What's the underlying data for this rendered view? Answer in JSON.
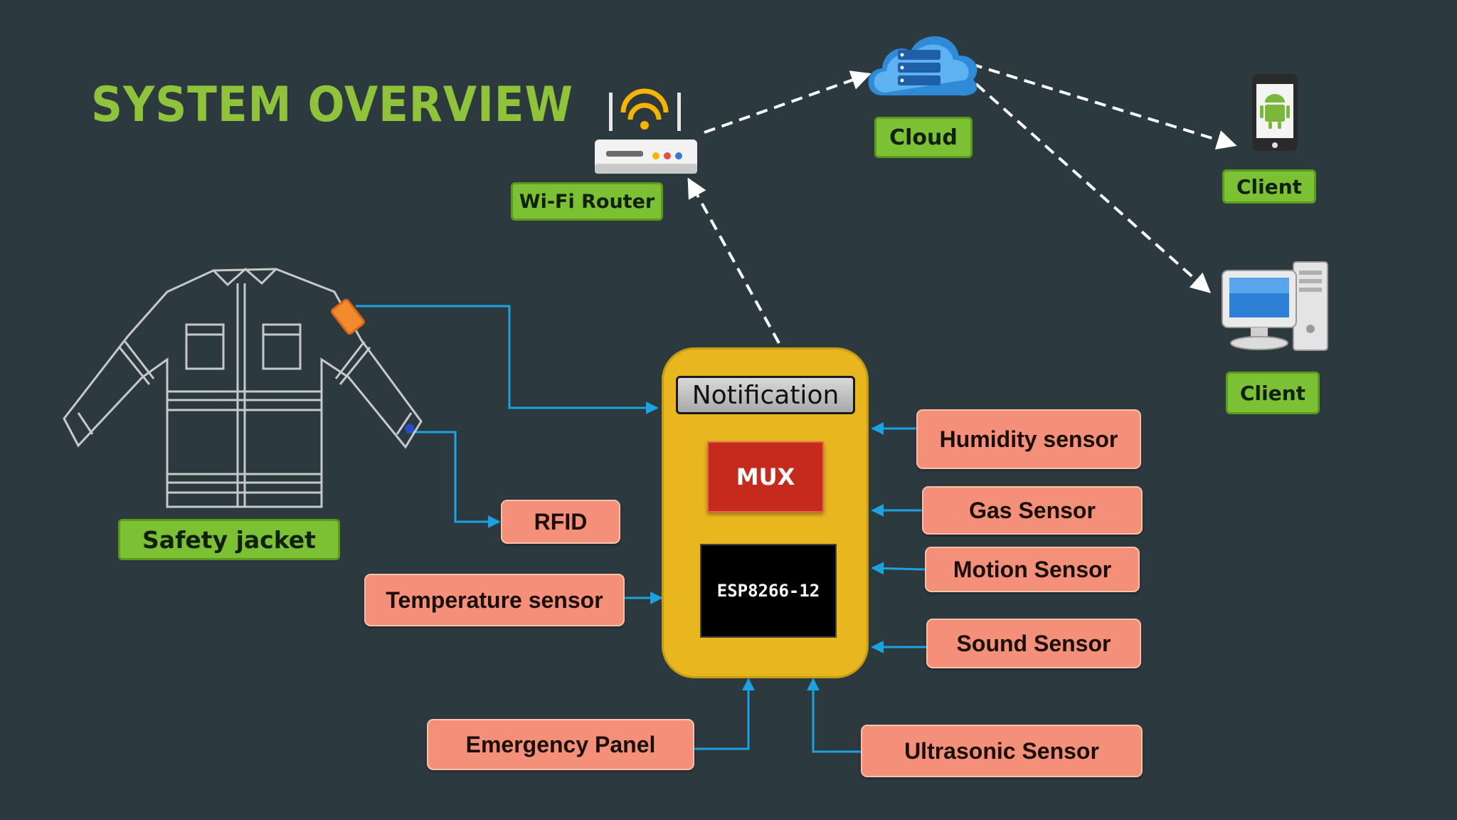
{
  "title": "SYSTEM OVERVIEW",
  "colors": {
    "background": "#2c3a40",
    "title": "#8fc43a",
    "green_label": "#7cc034",
    "orange_label": "#f4907a",
    "mcu_body": "#e8b61e",
    "mux": "#c62a1c",
    "esp": "#000000",
    "wire": "#1aa3e0",
    "dashed_link": "#ffffff"
  },
  "nodes": {
    "cloud": "Cloud",
    "wifi_router": "Wi-Fi Router",
    "client_phone": "Client",
    "client_pc": "Client",
    "safety_jacket": "Safety jacket",
    "notification": "Notification",
    "mux": "MUX",
    "esp": "ESP8266-12"
  },
  "sensors": {
    "rfid": "RFID",
    "temperature": "Temperature sensor",
    "emergency": "Emergency Panel",
    "humidity": "Humidity sensor",
    "gas": "Gas Sensor",
    "motion": "Motion Sensor",
    "sound": "Sound Sensor",
    "ultrasonic": "Ultrasonic Sensor"
  },
  "icons": [
    "wifi-router-icon",
    "cloud-server-icon",
    "android-phone-icon",
    "desktop-computer-icon",
    "safety-jacket-icon"
  ]
}
